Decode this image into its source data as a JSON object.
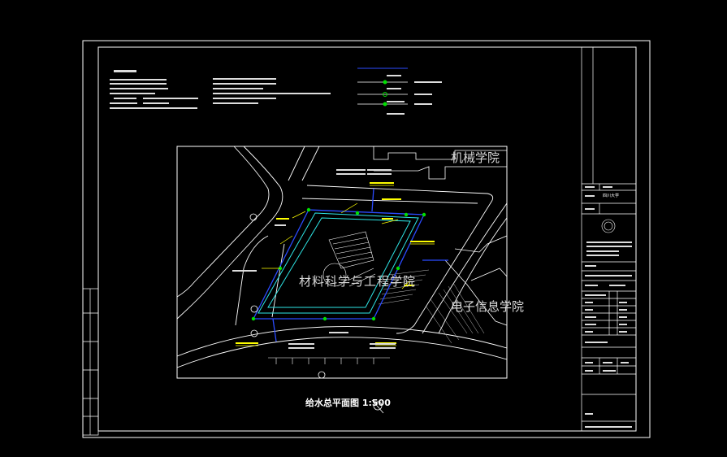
{
  "drawing": {
    "building_labels": {
      "mechanical": "机械学院",
      "materials": "材料科学与工程学院",
      "electronic": "电子信息学院"
    },
    "plan_title": "给水总平面图 1:500"
  },
  "title_block": {
    "client": "四川大学"
  },
  "colors": {
    "background": "#000000",
    "frame": "#ffffff",
    "road": "#ffffff",
    "building_outline": "#2ee6e6",
    "water_main": "#2b4bff",
    "annotation": "#ffff00",
    "pipe_green": "#00e000",
    "hatch": "#bdbdbd"
  }
}
